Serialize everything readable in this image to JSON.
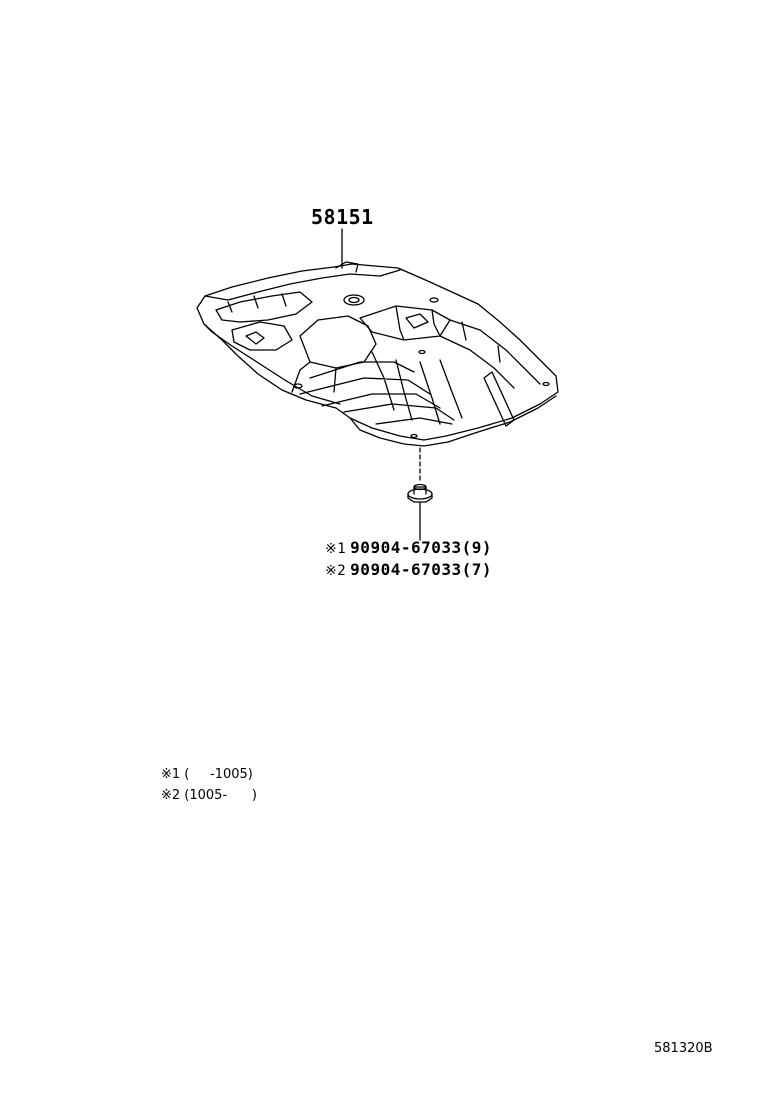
{
  "diagram": {
    "main_part": {
      "number": "58151"
    },
    "fastener": {
      "lines": [
        {
          "mark": "※1",
          "number": "90904-67033",
          "qty": "(9)"
        },
        {
          "mark": "※2",
          "number": "90904-67033",
          "qty": "(7)"
        }
      ]
    },
    "legend": [
      {
        "text": "※1 (     -1005)"
      },
      {
        "text": "※2 (1005-      )"
      }
    ],
    "figure_code": "581320B"
  }
}
